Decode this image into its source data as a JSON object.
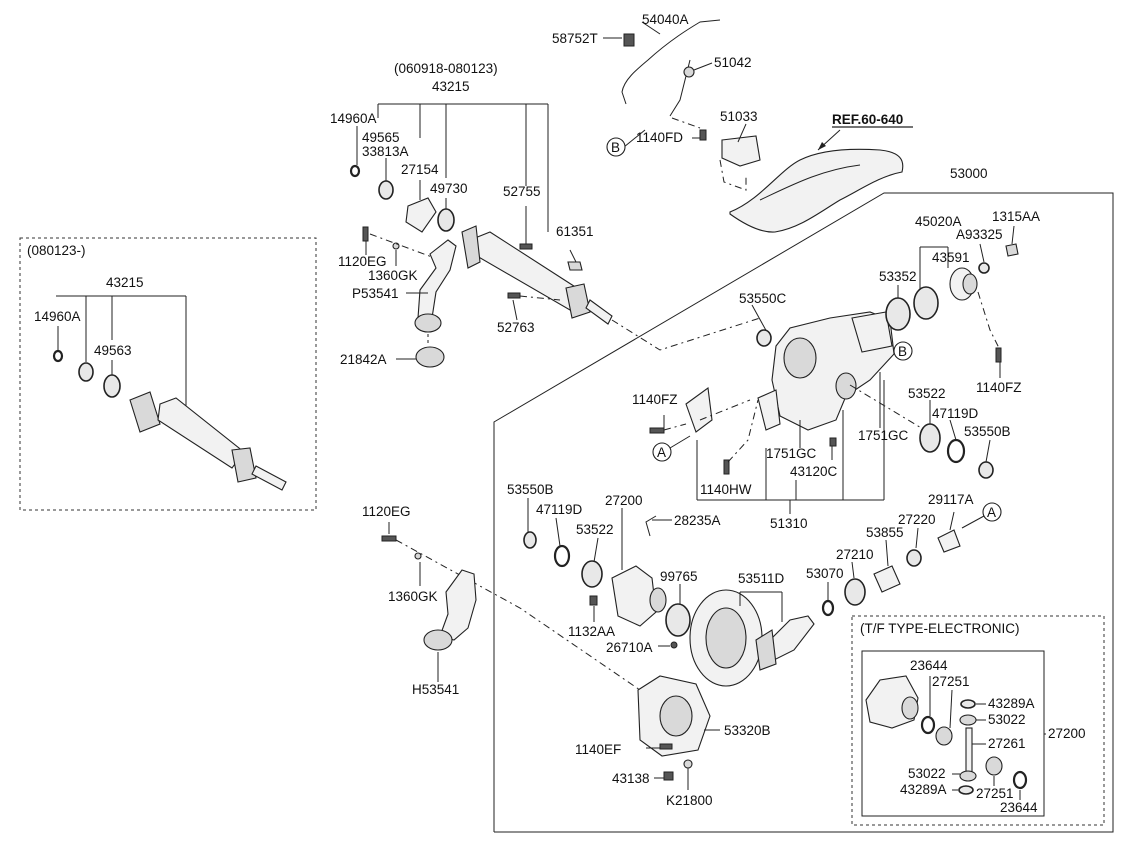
{
  "labels": {
    "l_58752T": "58752T",
    "l_54040A": "54040A",
    "l_51042": "51042",
    "l_51033": "51033",
    "l_1140FD": "1140FD",
    "l_refB_top": "B",
    "l_ref60640": "REF.60-640",
    "l_53000": "53000",
    "l_range": "(060918-080123)",
    "l_43215_top": "43215",
    "l_14960A_top": "14960A",
    "l_49565": "49565",
    "l_33813A": "33813A",
    "l_27154": "27154",
    "l_49730": "49730",
    "l_52755": "52755",
    "l_61351": "61351",
    "l_1120EG_top": "1120EG",
    "l_1360GK_top": "1360GK",
    "l_P53541": "P53541",
    "l_52763": "52763",
    "l_21842A": "21842A",
    "l_080123": "(080123-)",
    "l_43215_left": "43215",
    "l_14960A_left": "14960A",
    "l_49563": "49563",
    "l_45020A": "45020A",
    "l_1315AA": "1315AA",
    "l_A93325": "A93325",
    "l_43591": "43591",
    "l_53352": "53352",
    "l_53550C": "53550C",
    "l_refB_mid": "B",
    "l_1140FZ_right": "1140FZ",
    "l_53522_right": "53522",
    "l_47119D_right": "47119D",
    "l_53550B_right": "53550B",
    "l_1751GC_right": "1751GC",
    "l_1751GC_left": "1751GC",
    "l_43120C": "43120C",
    "l_1140FZ_left": "1140FZ",
    "l_refA_left": "A",
    "l_1140HW": "1140HW",
    "l_51310": "51310",
    "l_29117A": "29117A",
    "l_refA_right": "A",
    "l_53550B_left": "53550B",
    "l_47119D_left": "47119D",
    "l_53522_left": "53522",
    "l_27200_main": "27200",
    "l_28235A": "28235A",
    "l_27220": "27220",
    "l_53855": "53855",
    "l_27210": "27210",
    "l_53070": "53070",
    "l_53511D": "53511D",
    "l_99765": "99765",
    "l_1132AA": "1132AA",
    "l_26710A": "26710A",
    "l_53320B": "53320B",
    "l_1140EF": "1140EF",
    "l_43138": "43138",
    "l_K21800": "K21800",
    "l_1120EG_bot": "1120EG",
    "l_1360GK_bot": "1360GK",
    "l_H53541": "H53541",
    "l_tf_type": "(T/F TYPE-ELECTRONIC)",
    "l_23644_a": "23644",
    "l_27251_a": "27251",
    "l_43289A_a": "43289A",
    "l_53022_a": "53022",
    "l_27261": "27261",
    "l_53022_b": "53022",
    "l_43289A_b": "43289A",
    "l_27251_b": "27251",
    "l_23644_b": "23644",
    "l_27200_tf": "27200"
  }
}
